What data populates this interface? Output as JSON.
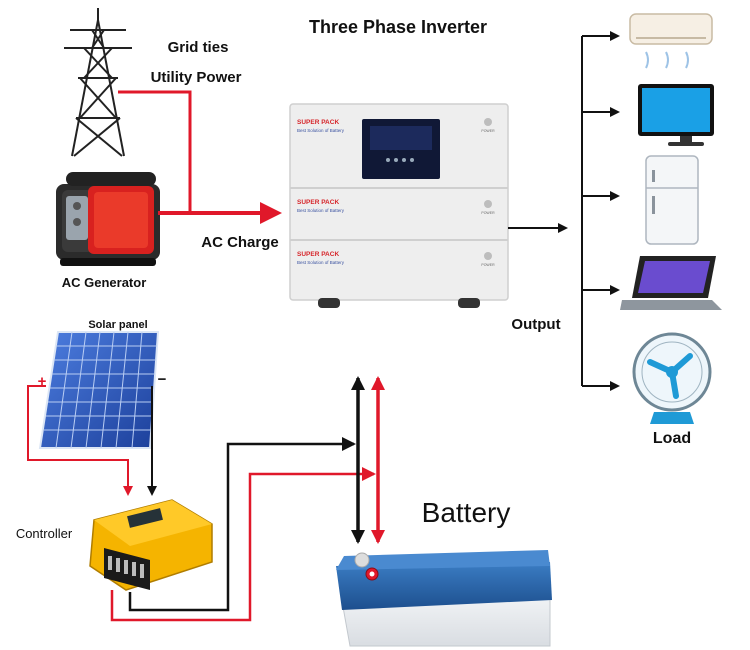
{
  "title": "Three Phase Inverter",
  "grid": {
    "line1": "Grid ties",
    "line2": "Utility Power"
  },
  "generator_label": "AC Generator",
  "ac_charge_label": "AC Charge",
  "output_label": "Output",
  "load_label": "Load",
  "solar_label": "Solar panel",
  "solar_plus": "+",
  "solar_minus": "−",
  "controller_label": "Controller",
  "battery_label": "Battery",
  "inverter_modules": [
    {
      "brand": "SUPER PACK",
      "tagline": "Best Solution of Battery",
      "power": "POWER"
    },
    {
      "brand": "SUPER PACK",
      "tagline": "Best Solution of Battery",
      "power": "POWER"
    },
    {
      "brand": "SUPER PACK",
      "tagline": "Best Solution of Battery",
      "power": "POWER"
    }
  ],
  "loads": [
    "air-conditioner-icon",
    "tv-icon",
    "fridge-icon",
    "laptop-icon",
    "fan-icon"
  ],
  "colors": {
    "wire_red": "#e0182a",
    "wire_black": "#111111",
    "inverter_body": "#eeeeee",
    "brand_red": "#d6262b",
    "solar_blue": "#2f5fc7",
    "controller_yellow": "#f5b400",
    "battery_blue": "#1f5fa6"
  }
}
